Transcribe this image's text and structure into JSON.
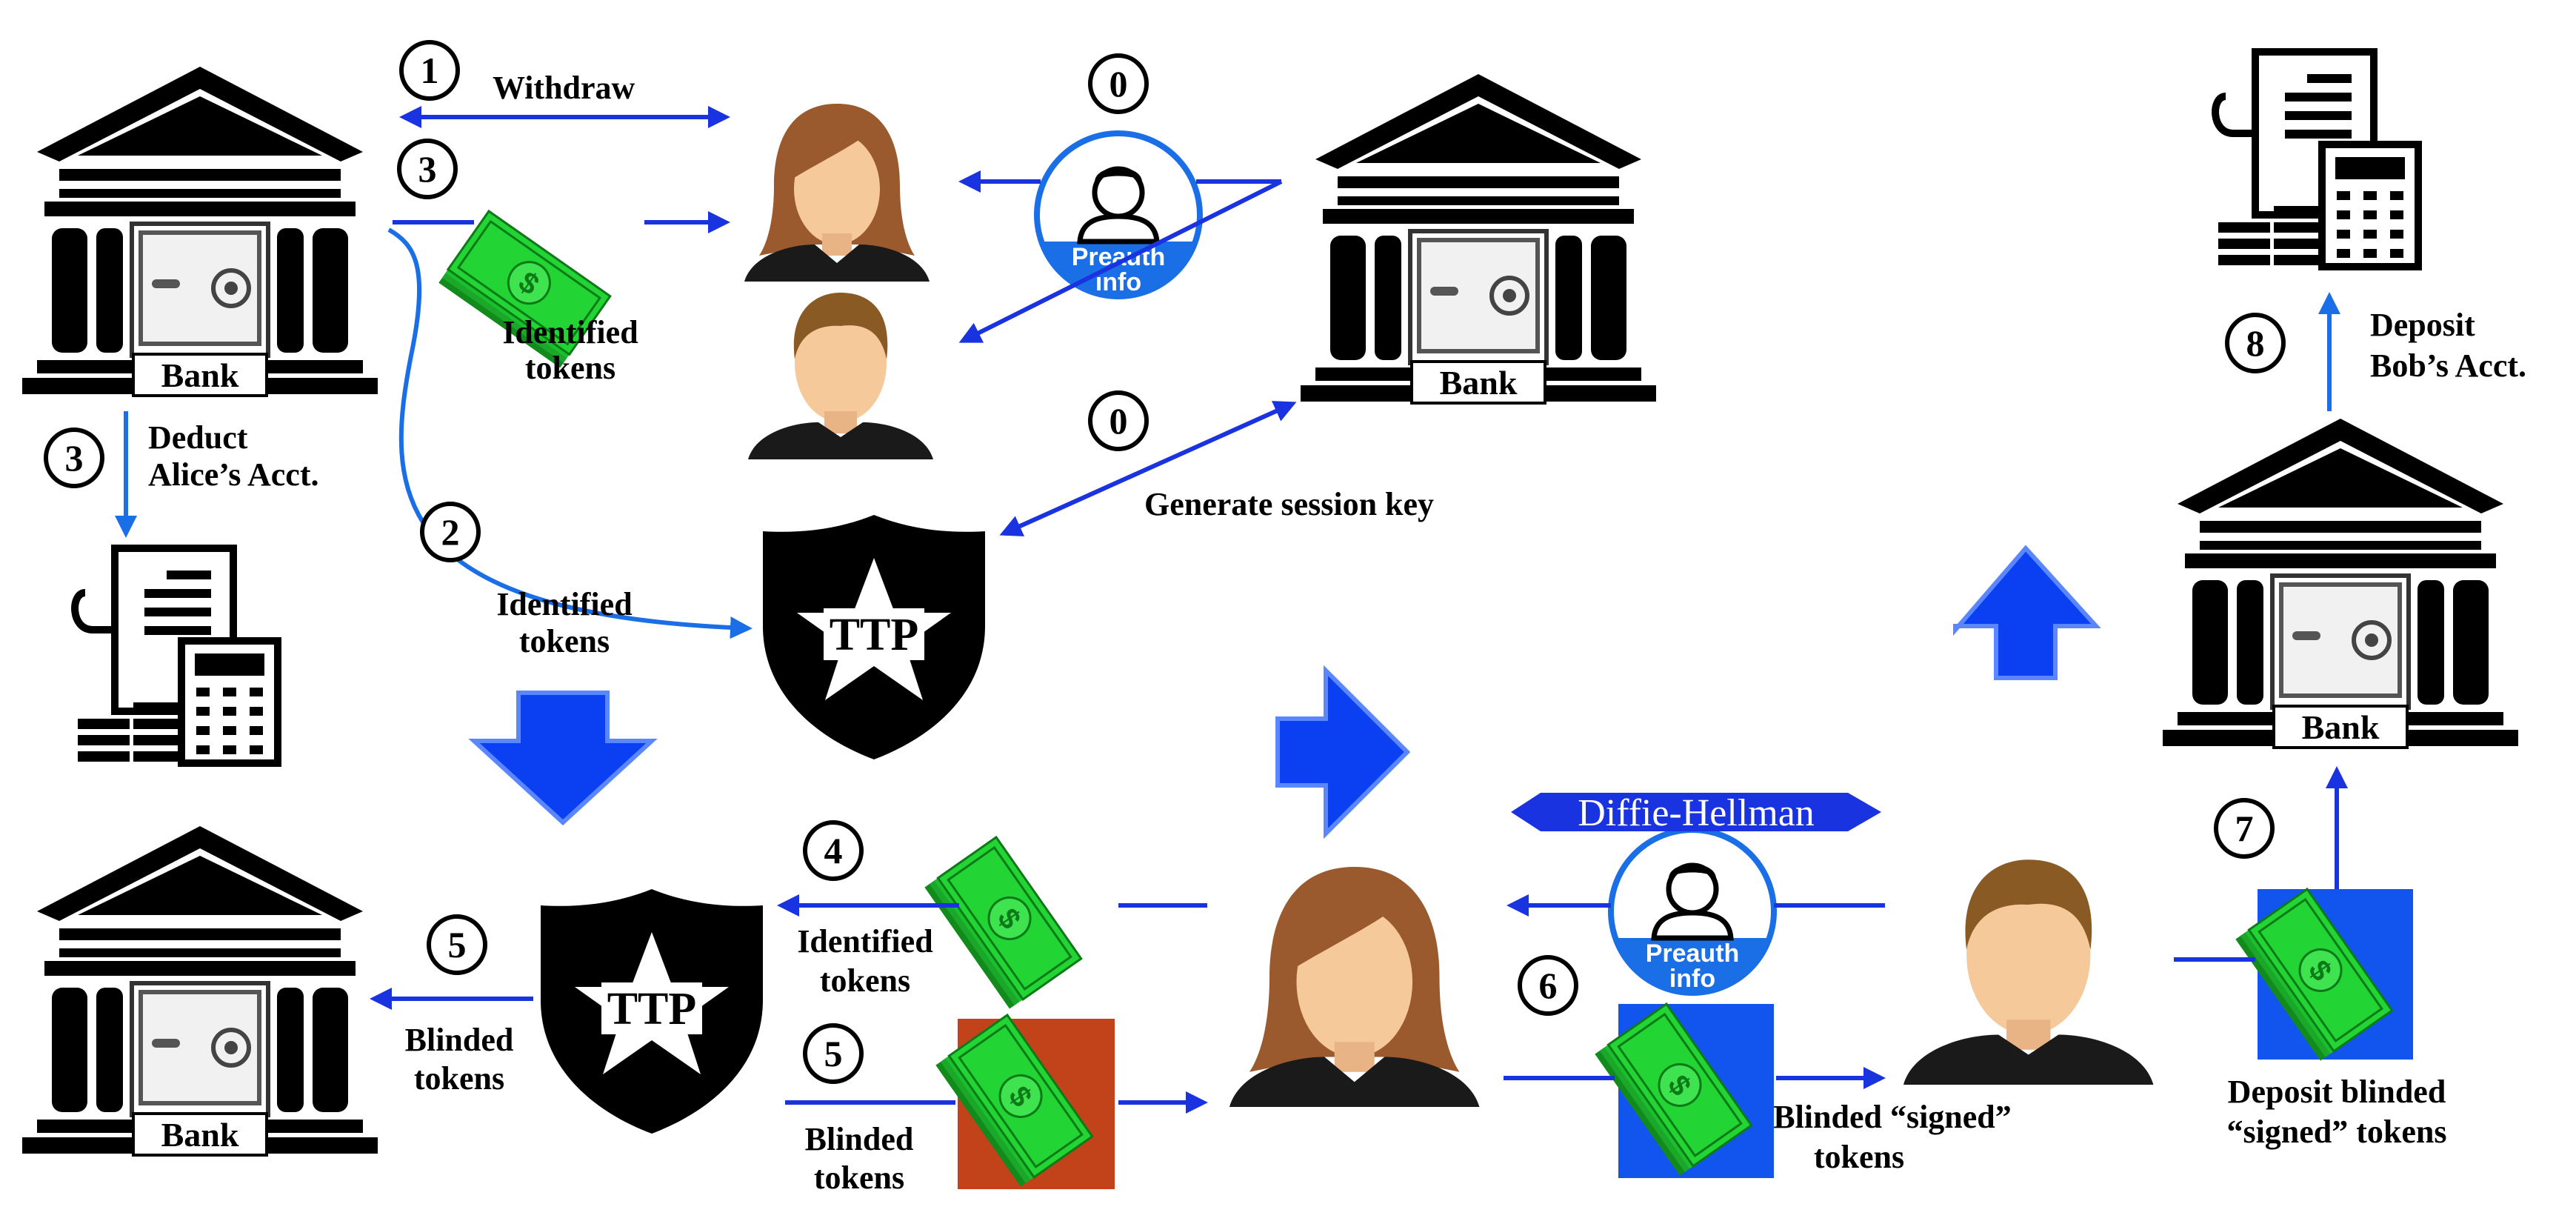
{
  "colors": {
    "arrow": "#1a33e0",
    "arrow_light": "#1a6fe6",
    "big_arrow": "#0a3ff2",
    "money": "#22d434",
    "money_dark": "#128a1c",
    "blind_blue": "#1155ee",
    "blind_red": "#c2431a",
    "skin": "#f6c99a",
    "hair_female": "#9a5a2e",
    "hair_male": "#8a5a24"
  },
  "icons": {
    "bank": "bank-building-icon",
    "ttp": "shield-star-icon",
    "money": "banknote-stack-icon",
    "ledger": "receipt-calculator-icon",
    "user": "person-avatar-icon",
    "preauth": "preauth-badge-icon"
  },
  "banks": {
    "top_left": "Bank",
    "top_mid": "Bank",
    "bottom_left": "Bank",
    "right": "Bank"
  },
  "ttp": {
    "top": "TTP",
    "bottom": "TTP"
  },
  "preauth": {
    "top": {
      "line1": "Preauth",
      "line2": "info"
    },
    "bottom": {
      "line1": "Preauth",
      "line2": "info"
    }
  },
  "steps": {
    "s1": "1",
    "s3a": "3",
    "s3b": "3",
    "s0a": "0",
    "s0b": "0",
    "s2": "2",
    "s4": "4",
    "s5a": "5",
    "s5b": "5",
    "s6": "6",
    "s7": "7",
    "s8": "8"
  },
  "labels": {
    "withdraw": "Withdraw",
    "identified_tokens_top": {
      "line1": "Identified",
      "line2": "tokens"
    },
    "deduct": {
      "line1": "Deduct",
      "line2": "Alice’s Acct."
    },
    "generate_session_key": "Generate session key",
    "identified_tokens_ttp": {
      "line1": "Identified",
      "line2": "tokens"
    },
    "deposit_bob": {
      "line1": "Deposit",
      "line2": "Bob’s Acct."
    },
    "diffie_hellman": "Diffie-Hellman",
    "identified_tokens_4": {
      "line1": "Identified",
      "line2": "tokens"
    },
    "blinded_tokens_5a": {
      "line1": "Blinded",
      "line2": "tokens"
    },
    "blinded_tokens_5b": {
      "line1": "Blinded",
      "line2": "tokens"
    },
    "blinded_signed": {
      "line1": "Blinded “signed”",
      "line2": "tokens"
    },
    "deposit_blinded": {
      "line1": "Deposit blinded",
      "line2": "“signed” tokens"
    }
  }
}
